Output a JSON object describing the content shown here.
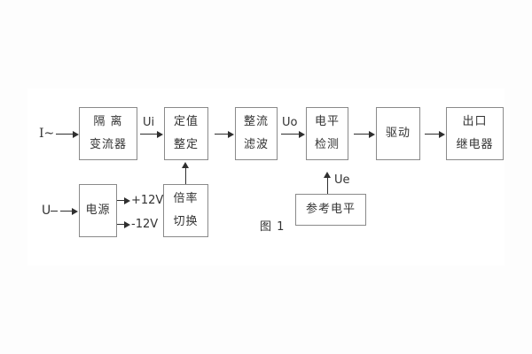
{
  "figure": {
    "caption": "图 1",
    "colors": {
      "background": "#fdfdfd",
      "box_border": "#8a8a8a",
      "line": "#2f2f2f",
      "text": "#333333"
    },
    "blocks": [
      {
        "id": "isolation-transformer",
        "lines": [
          "隔 离",
          "变流器"
        ]
      },
      {
        "id": "setting-adjust",
        "lines": [
          "定值",
          "整定"
        ]
      },
      {
        "id": "rectifier-filter",
        "lines": [
          "整流",
          "滤波"
        ]
      },
      {
        "id": "level-detect",
        "lines": [
          "电平",
          "检测"
        ]
      },
      {
        "id": "driver",
        "lines": [
          "驱动"
        ]
      },
      {
        "id": "output-relay",
        "lines": [
          "出口",
          "继电器"
        ]
      },
      {
        "id": "power-supply",
        "lines": [
          "电源"
        ]
      },
      {
        "id": "multiplier-switch",
        "lines": [
          "倍率",
          "切换"
        ]
      },
      {
        "id": "reference-level",
        "lines": [
          "参考电平"
        ]
      }
    ],
    "labels": {
      "input_current": "I~",
      "input_voltage": "U",
      "ui": "Ui",
      "uo": "Uo",
      "ue": "Ue",
      "plus12v": "+12V",
      "minus12v": "-12V"
    }
  }
}
